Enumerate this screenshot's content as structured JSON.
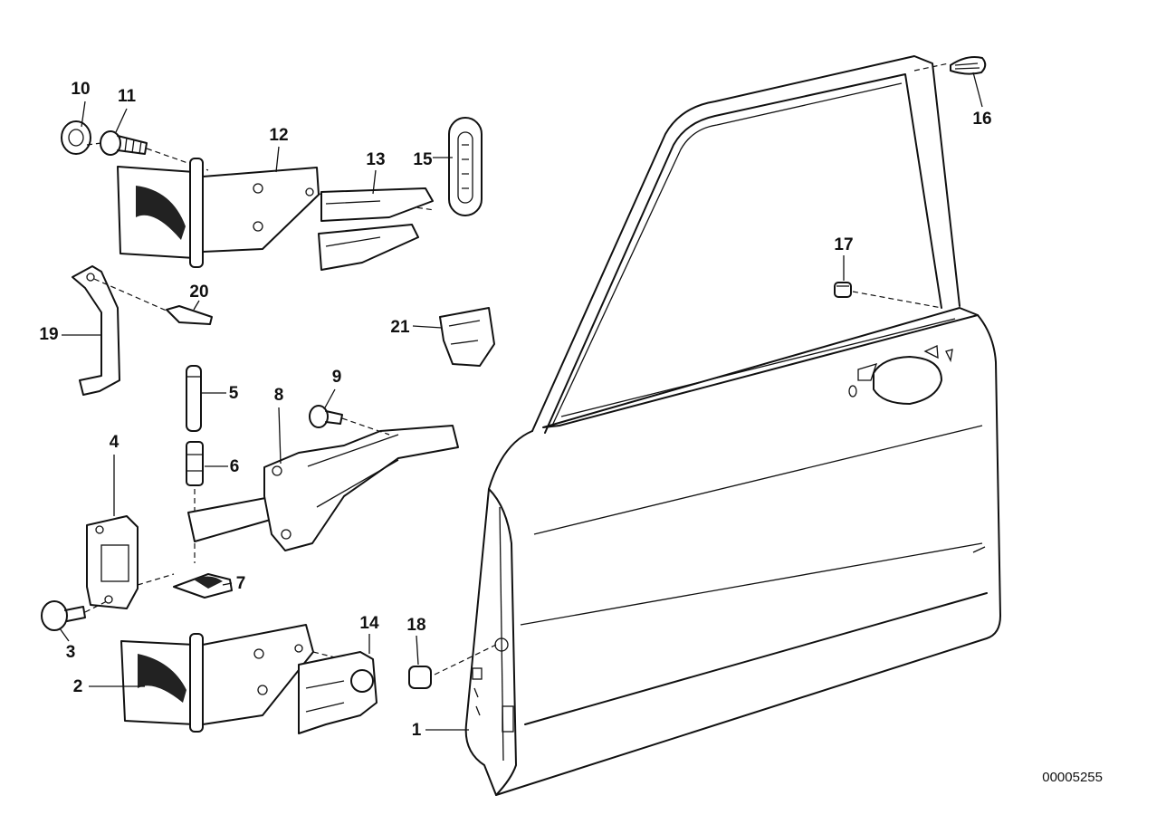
{
  "diagram": {
    "callouts": [
      {
        "id": "c1",
        "text": "1"
      },
      {
        "id": "c2",
        "text": "2"
      },
      {
        "id": "c3",
        "text": "3"
      },
      {
        "id": "c4",
        "text": "4"
      },
      {
        "id": "c5",
        "text": "5"
      },
      {
        "id": "c6",
        "text": "6"
      },
      {
        "id": "c7",
        "text": "7"
      },
      {
        "id": "c8",
        "text": "8"
      },
      {
        "id": "c9",
        "text": "9"
      },
      {
        "id": "c10",
        "text": "10"
      },
      {
        "id": "c11",
        "text": "11"
      },
      {
        "id": "c12",
        "text": "12"
      },
      {
        "id": "c13",
        "text": "13"
      },
      {
        "id": "c14",
        "text": "14"
      },
      {
        "id": "c15",
        "text": "15"
      },
      {
        "id": "c16",
        "text": "16"
      },
      {
        "id": "c17",
        "text": "17"
      },
      {
        "id": "c18",
        "text": "18"
      },
      {
        "id": "c19",
        "text": "19"
      },
      {
        "id": "c20",
        "text": "20"
      },
      {
        "id": "c21",
        "text": "21"
      }
    ],
    "drawing_number": "00005255",
    "colors": {
      "ink": "#111111",
      "background": "#ffffff"
    }
  }
}
